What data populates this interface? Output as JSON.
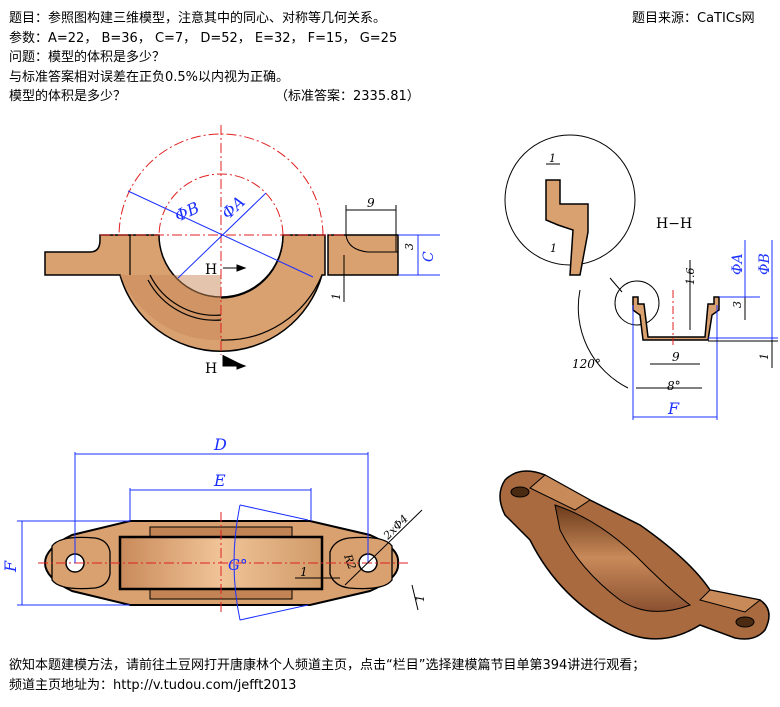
{
  "header": {
    "line1": "题目：参照图构建三维模型，注意其中的同心、对称等几何关系。",
    "line2": "参数：A=22， B=36， C=7， D=52， E=32， F=15， G=25",
    "line3": "问题：模型的体积是多少？",
    "line4": "与标准答案相对误差在正负0.5%以内视为正确。",
    "line5": "模型的体积是多少？",
    "answer": "（标准答案：2335.81）",
    "source": "题目来源：CaTICs网"
  },
  "footer": {
    "line1": "欲知本题建模方法，请前往土豆网打开唐康林个人频道主页，点击“栏目”选择建模篇节目单第394讲进行观看；",
    "line2": "频道主页地址为：http://v.tudou.com/jefft2013"
  },
  "labels": {
    "phiA": "ΦA",
    "phiB": "ΦB",
    "nine": "9",
    "three": "3",
    "C": "C",
    "one": "1",
    "H": "H",
    "HH": "H−H",
    "onesix": "1.6",
    "deg120": "120°",
    "deg8": "8°",
    "F": "F",
    "D": "D",
    "E": "E",
    "G": "G°",
    "R2": "R2",
    "holes": "2xΦ4"
  },
  "colors": {
    "part": "#d9a070",
    "dim": "#1a2fff",
    "center": "#e02020"
  }
}
